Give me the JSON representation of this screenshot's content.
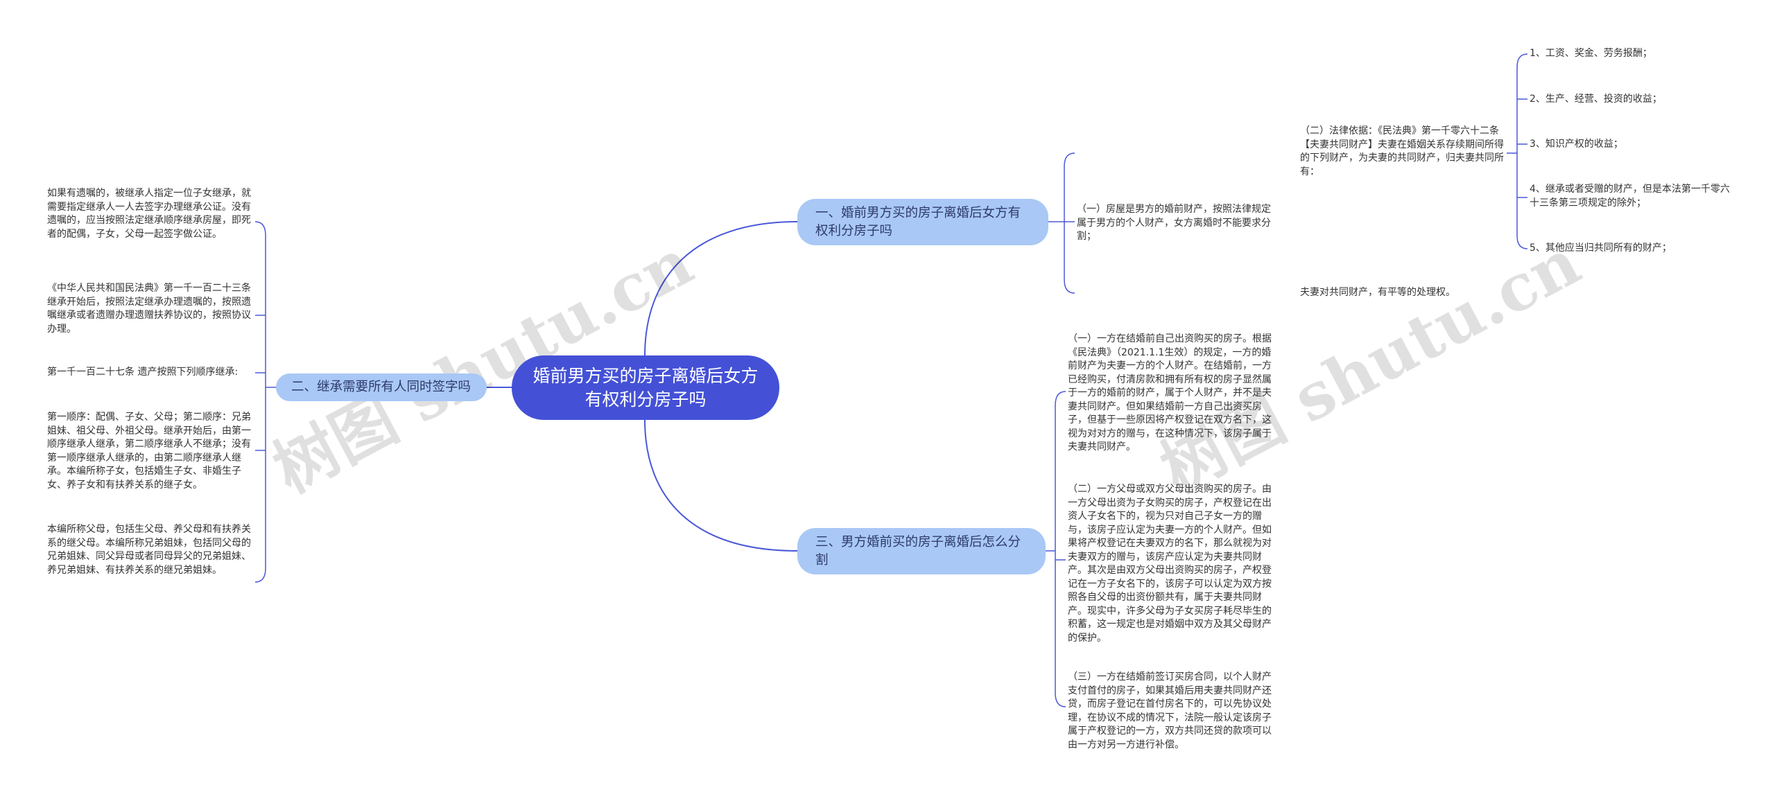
{
  "root": {
    "title": "婚前男方买的房子离婚后女方有权利分房子吗"
  },
  "branches": {
    "b1": {
      "label": "一、婚前男方买的房子离婚后女方有权利分房子吗"
    },
    "b2": {
      "label": "二、继承需要所有人同时签字吗"
    },
    "b3": {
      "label": "三、男方婚前买的房子离婚后怎么分割"
    }
  },
  "b1_children": {
    "c1": "（一）房屋是男方的婚前财产，按照法律规定属于男方的个人财产，女方离婚时不能要求分割；",
    "c2": "（二）法律依据：《民法典》第一千零六十二条【夫妻共同财产】夫妻在婚姻关系存续期间所得的下列财产，为夫妻的共同财产，归夫妻共同所有：",
    "c3": "夫妻对共同财产，有平等的处理权。"
  },
  "b1_grandchildren": [
    "1、工资、奖金、劳务报酬；",
    "2、生产、经营、投资的收益；",
    "3、知识产权的收益；",
    "4、继承或者受赠的财产，但是本法第一千零六十三条第三项规定的除外；",
    "5、其他应当归共同所有的财产；"
  ],
  "b2_children": [
    "如果有遗嘱的，被继承人指定一位子女继承，就需要指定继承人一人去签字办理继承公证。没有遗嘱的，应当按照法定继承顺序继承房屋，即死者的配偶，子女，父母一起签字做公证。",
    "《中华人民共和国民法典》第一千一百二十三条 继承开始后，按照法定继承办理遗嘱的，按照遗嘱继承或者遗赠办理遗赠扶养协议的，按照协议办理。",
    "第一千一百二十七条 遗产按照下列顺序继承:",
    "第一顺序：配偶、子女、父母；第二顺序：兄弟姐妹、祖父母、外祖父母。继承开始后，由第一顺序继承人继承，第二顺序继承人不继承；没有第一顺序继承人继承的，由第二顺序继承人继承。本编所称子女，包括婚生子女、非婚生子女、养子女和有扶养关系的继子女。",
    "本编所称父母，包括生父母、养父母和有扶养关系的继父母。本编所称兄弟姐妹，包括同父母的兄弟姐妹、同父异母或者同母异父的兄弟姐妹、养兄弟姐妹、有扶养关系的继兄弟姐妹。"
  ],
  "b3_children": [
    "（一）一方在结婚前自己出资购买的房子。根据《民法典》（2021.1.1生效）的规定，一方的婚前财产为夫妻一方的个人财产。在结婚前，一方已经购买，付清房款和拥有所有权的房子显然属于一方的婚前的财产，属于个人财产，并不是夫妻共同财产。但如果结婚前一方自己出资买房子，但基于一些原因将产权登记在双方名下，这视为对对方的赠与，在这种情况下，该房子属于夫妻共同财产。",
    "（二）一方父母或双方父母出资购买的房子。由一方父母出资为子女购买的房子，产权登记在出资人子女名下的，视为只对自己子女一方的赠与，该房子应认定为夫妻一方的个人财产。但如果将产权登记在夫妻双方的名下，那么就视为对夫妻双方的赠与，该房产应认定为夫妻共同财产。其次是由双方父母出资购买的房子，产权登记在一方子女名下的，该房子可以认定为双方按照各自父母的出资份额共有，属于夫妻共同财产。现实中，许多父母为子女买房子耗尽毕生的积蓄，这一规定也是对婚姻中双方及其父母财产的保护。",
    "（三）一方在结婚前签订买房合同，以个人财产支付首付的房子，如果其婚后用夫妻共同财产还贷，而房子登记在首付房名下的，可以先协议处理，在协议不成的情况下，法院一般认定该房子属于产权登记的一方，双方共同还贷的款项可以由一方对另一方进行补偿。"
  ],
  "watermarks": [
    "树图 shutu.cn",
    "树图 shutu.cn"
  ],
  "colors": {
    "root": "#4451d6",
    "branch": "#a9c8f5",
    "line": "#4a58d8"
  }
}
